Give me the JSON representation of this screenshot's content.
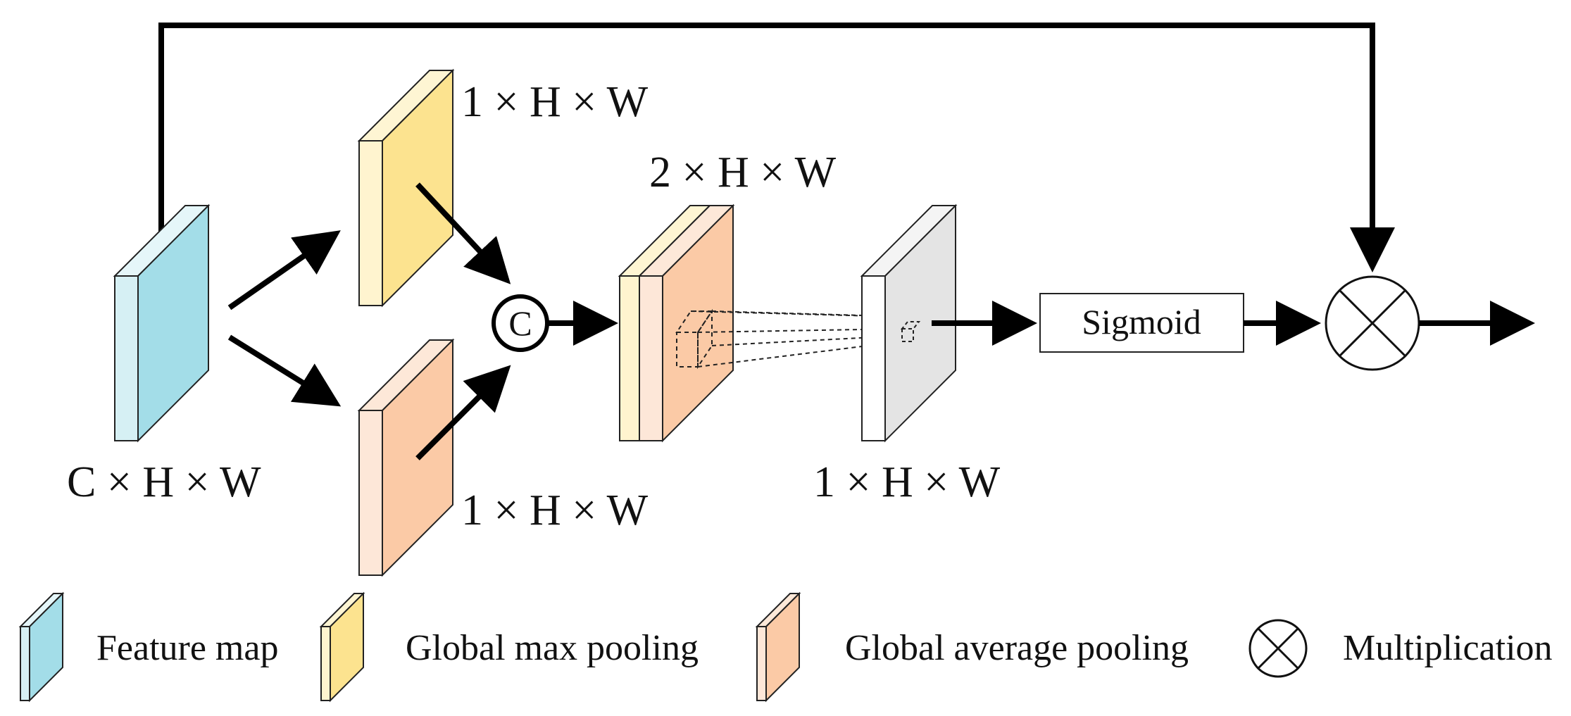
{
  "labels": {
    "input_dims": "C × H × W",
    "max_pool_dims": "1 × H × W",
    "avg_pool_dims": "1 × H × W",
    "concat_dims": "2 × H × W",
    "conv_out_dims": "1 × H × W"
  },
  "nodes": {
    "concat_symbol": "C",
    "sigmoid": "Sigmoid"
  },
  "legend": {
    "feature_map": "Feature map",
    "max_pooling": "Global max pooling",
    "avg_pooling": "Global average pooling",
    "multiplication": "Multiplication"
  },
  "colors": {
    "feature_map": "#a3dde8",
    "max_pooling": "#fce38f",
    "avg_pooling": "#fbcaa6",
    "conv_output": "#e4e4e4",
    "arrow": "#000000"
  }
}
